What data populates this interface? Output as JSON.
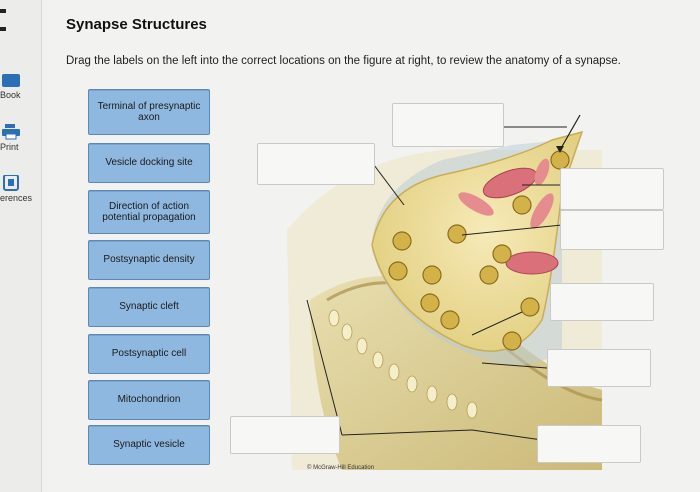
{
  "sidebar": {
    "items": [
      {
        "label": "Book",
        "icon": "book-icon"
      },
      {
        "label": "Print",
        "icon": "printer-icon"
      },
      {
        "label": "erences",
        "icon": "references-icon"
      }
    ]
  },
  "title": "Synapse Structures",
  "instructions": "Drag the labels on the left into the correct locations on the figure at right, to review the anatomy of a synapse.",
  "labels": [
    "Terminal of presynaptic axon",
    "Vesicle docking site",
    "Direction of action potential propagation",
    "Postsynaptic density",
    "Synaptic cleft",
    "Postsynaptic cell",
    "Mitochondrion",
    "Synaptic vesicle"
  ],
  "credit": "© McGraw-Hill Education",
  "colors": {
    "label_bg": "#8fb8e0",
    "axon_terminal": "#efe3a6",
    "postsynaptic": "#d8c88a",
    "mitochondrion": "#d9707a",
    "vesicle": "#d4b24a"
  }
}
